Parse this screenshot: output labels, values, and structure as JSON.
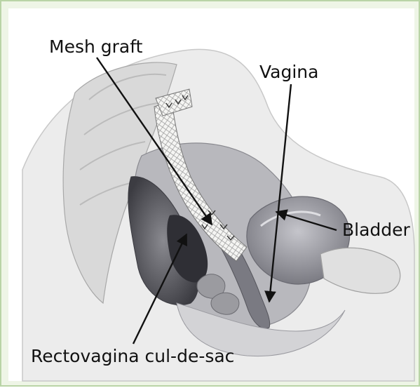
{
  "labels": {
    "mesh_graft": "Mesh graft",
    "vagina": "Vagina",
    "bladder": "Bladder",
    "rectovagina": "Rectovagina cul-de-sac"
  },
  "colors": {
    "frame_border": "#b9d4a6",
    "frame_background": "#eef5e6",
    "canvas": "#ffffff",
    "arrow": "#111111",
    "tissue_shadow": "#5e5e64",
    "bladder_fill": "#9a9aa2",
    "mesh_fill": "#f4f4f2"
  }
}
